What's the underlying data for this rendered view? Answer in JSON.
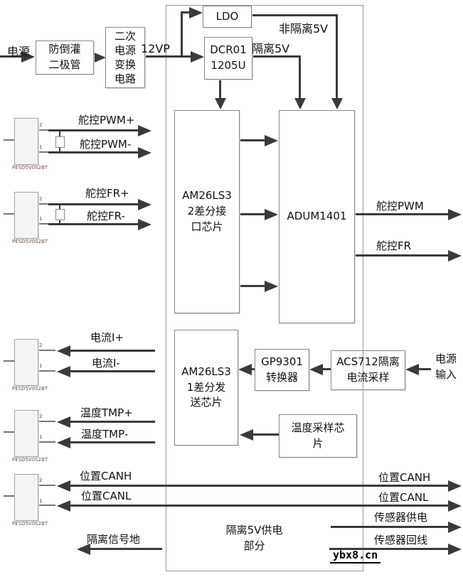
{
  "colors": {
    "wire": "#3a3a3a",
    "box_border": "#8a8a8a",
    "connector_fill": "#f4f4f4"
  },
  "power_chain": {
    "input_label": "电源",
    "anti_backflow_diode": "防倒灌\n二极管",
    "secondary_converter": "二次\n电源\n变换\n电路",
    "rail_12vp": "12VP",
    "ldo": "LDO",
    "isolated_dcdc": "DCR01\n1205U",
    "non_isolated_5v": "非隔离5V",
    "isolated_5v": "隔离5V"
  },
  "blocks": {
    "am26ls32": "AM26LS3\n2差分接\n口芯片",
    "adum1401": "ADUM1401",
    "am26ls31": "AM26LS3\n1差分发\n送芯片",
    "gp9301": "GP9301\n转换器",
    "acs712": "ACS712隔离\n电流采样",
    "temp_sampler": "温度采样芯\n片"
  },
  "connector": {
    "part_number": "PESD5V0S2BT",
    "pin_top": "2",
    "pin_bottom": "1"
  },
  "left_signals": {
    "pwm_plus": "舵控PWM+",
    "pwm_minus": "舵控PWM-",
    "fr_plus": "舵控FR+",
    "fr_minus": "舵控FR-",
    "current_plus": "电流I+",
    "current_minus": "电流I-",
    "temp_plus": "温度TMP+",
    "temp_minus": "温度TMP-",
    "canh": "位置CANH",
    "canl": "位置CANL",
    "isolated_signal_gnd": "隔离信号地"
  },
  "right_signals": {
    "pwm_out": "舵控PWM",
    "fr_out": "舵控FR",
    "canh": "位置CANH",
    "canl": "位置CANL",
    "sensor_power": "传感器供电",
    "sensor_return": "传感器回线",
    "power_input": "电源\n输入"
  },
  "bottom": {
    "isolated_supply_note": "隔离5V供电\n部分"
  },
  "watermark": "ybx8.cn"
}
